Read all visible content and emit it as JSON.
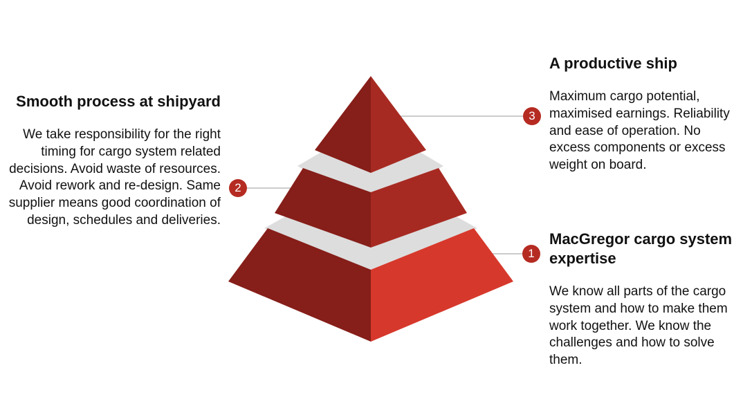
{
  "colors": {
    "dark_red": "#861e19",
    "mid_red": "#a72a22",
    "bright_red": "#d7382c",
    "gap_grey": "#dddddd",
    "connector_grey": "#bbbbbb",
    "badge_red": "#b52b22"
  },
  "levels": [
    {
      "number": "1",
      "title": "MacGregor cargo system expertise",
      "body": "We know all parts of the cargo system and how to make them work together. We know the challenges and how to solve them."
    },
    {
      "number": "2",
      "title": "Smooth process at shipyard",
      "body": "We take responsibility for the right timing for cargo system related decisions. Avoid waste of resources. Avoid rework and re-design. Same supplier means good coordination of design, schedules and deliveries."
    },
    {
      "number": "3",
      "title": "A productive ship",
      "body": "Maximum cargo potential, maximised earnings. Reliability and ease of operation. No excess components or excess weight on board."
    }
  ]
}
